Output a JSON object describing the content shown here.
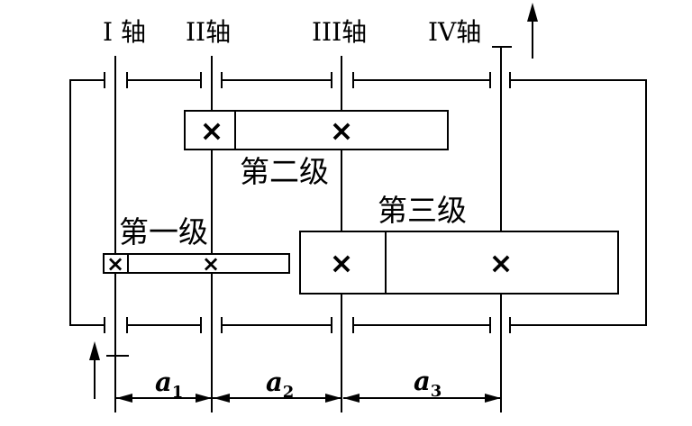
{
  "colors": {
    "line": "#000000",
    "background": "#ffffff"
  },
  "shafts": [
    {
      "label": "I 轴"
    },
    {
      "label": "II轴"
    },
    {
      "label": "III轴"
    },
    {
      "label": "IV轴"
    }
  ],
  "stages": [
    {
      "label": "第一级"
    },
    {
      "label": "第二级"
    },
    {
      "label": "第三级"
    }
  ],
  "center_distances": [
    {
      "base": "a",
      "sub": "1"
    },
    {
      "base": "a",
      "sub": "2"
    },
    {
      "base": "a",
      "sub": "3"
    }
  ],
  "gear_mark": "×",
  "icons": {
    "input_arrow": "arrow-up-icon",
    "output_arrow": "arrow-up-icon"
  }
}
